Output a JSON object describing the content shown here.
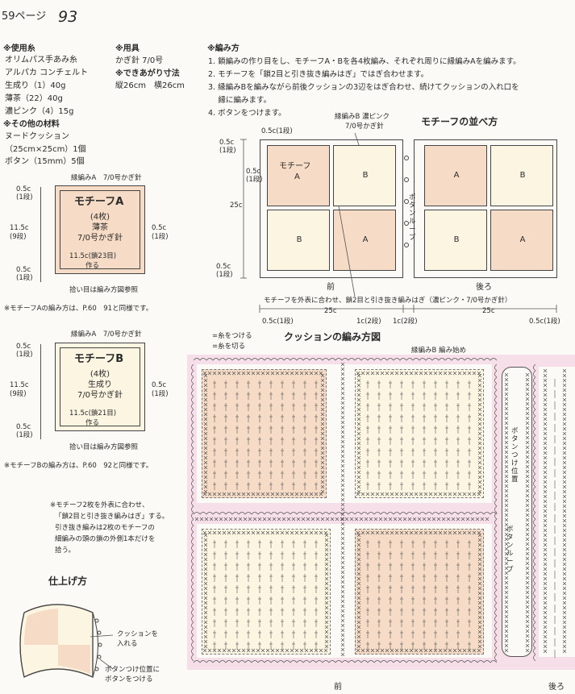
{
  "header": {
    "page_prefix": "59ページ",
    "page_num": "93"
  },
  "materials": {
    "yarn_title": "※使用糸",
    "yarn_lines": [
      "オリムパス手あみ糸",
      "アルパカ コンチェルト",
      "生成り（1）40g",
      "薄茶（22）40g",
      "濃ピンク（4）15g"
    ],
    "other_title": "※その他の材料",
    "other_lines": [
      "ヌードクッション",
      "（25cm×25cm）1個",
      "ボタン（15mm）5個"
    ],
    "tools_title": "※用具",
    "tools_line": "かぎ針 7/0号",
    "size_title": "※できあがり寸法",
    "size_line": "縦26cm　横26cm"
  },
  "steps": {
    "title": "※編み方",
    "lines": [
      "1. 鎖編みの作り目をし、モチーフA・Bを各4枚編み、それぞれ周りに縁編みAを編みます。",
      "2. モチーフを「鎖2目と引き抜き編みはぎ」ではぎ合わせます。",
      "3. 縁編みBを編みながら前後クッションの3辺をはぎ合わせ、続けてクッションの入れ口を",
      "　 縁に編みます。",
      "4. ボタンをつけます。"
    ]
  },
  "motif_a": {
    "edge_label": "縁編みA　7/0号かぎ針",
    "name": "モチーフA",
    "count": "(4枚)",
    "color": "薄茶",
    "hook": "7/0号かぎ針",
    "bottom_label": "11.5c(鎖23目)",
    "bottom_label2": "作る",
    "left_top": "0.5c",
    "left_top2": "(1段)",
    "left_mid": "11.5c",
    "left_mid2": "(9段)",
    "left_bot": "0.5c",
    "left_bot2": "(1段)",
    "right": "0.5c",
    "right2": "(1段)",
    "pickup": "拾い目は編み方図参照",
    "note": "※モチーフAの編み方は、P.60　91と同様です。"
  },
  "motif_b": {
    "edge_label": "縁編みA　7/0号かぎ針",
    "name": "モチーフB",
    "count": "(4枚)",
    "color": "生成り",
    "hook": "7/0号かぎ針",
    "bottom_label": "11.5c(鎖21目)",
    "bottom_label2": "作る",
    "left_top": "0.5c",
    "left_top2": "(1段)",
    "left_mid": "11.5c",
    "left_mid2": "(9段)",
    "left_bot": "0.5c",
    "left_bot2": "(1段)",
    "right": "0.5c",
    "right2": "(1段)",
    "pickup": "拾い目は編み方図参照",
    "note": "※モチーフBの編み方は、P.60　92と同様です。"
  },
  "join_note": [
    "※モチーフ2枚を外表に合わせ、",
    "「鎖2目と引き抜き編みはぎ」する。",
    "引き抜き編みは2枚のモチーフの",
    "細編みの頭の鎖の外側1本だけを",
    "拾う。"
  ],
  "finish": {
    "title": "仕上げ方",
    "label1": "クッションを",
    "label1b": "入れる",
    "label2": "ボタンつけ位置に",
    "label2b": "ボタンをつける"
  },
  "layout": {
    "title": "モチーフの並べ方",
    "edge_b": "縁編みB 濃ピンク",
    "edge_b2": "7/0号かぎ針",
    "top_dim": "0.5c(1段)",
    "left_top": "0.5c",
    "left_top2": "(1段)",
    "left_motif": "0.5c",
    "left_motif2": "(1段)",
    "left_total": "25c",
    "left_bot": "0.5c",
    "left_bot2": "(1段)",
    "motif_a_label": "モチーフ",
    "motif_a_label2": "A",
    "cells_front": [
      "",
      "B",
      "B",
      "A"
    ],
    "cells_back": [
      "A",
      "B",
      "B",
      "A"
    ],
    "button_loop": "ボタンループ",
    "front": "前",
    "back": "後ろ",
    "join_text": "モチーフを外表に合わせ、鎖2目と引き抜き編みはぎ（濃ピンク・7/0号かぎ針）",
    "dim_front_left": "0.5c(1段)",
    "dim_front": "25c",
    "dim_mid": "1c(2段)",
    "dim_mid2": "1c(2段)",
    "dim_back": "25c",
    "dim_back_right": "0.5c(1段)"
  },
  "chart": {
    "title": "クッションの編み方図",
    "legend1": "=糸をつける",
    "legend2": "=糸を切る",
    "edge_start": "縁編みB 編み始め",
    "button_pos": "ボタンつけ位置",
    "button_loop": "ボタンループ",
    "front": "前",
    "back": "後ろ"
  },
  "colors": {
    "peach": "#f6dcc6",
    "cream": "#fbf5e2",
    "pink_edge": "#f3c9dc",
    "ink": "#2a2a2a"
  }
}
